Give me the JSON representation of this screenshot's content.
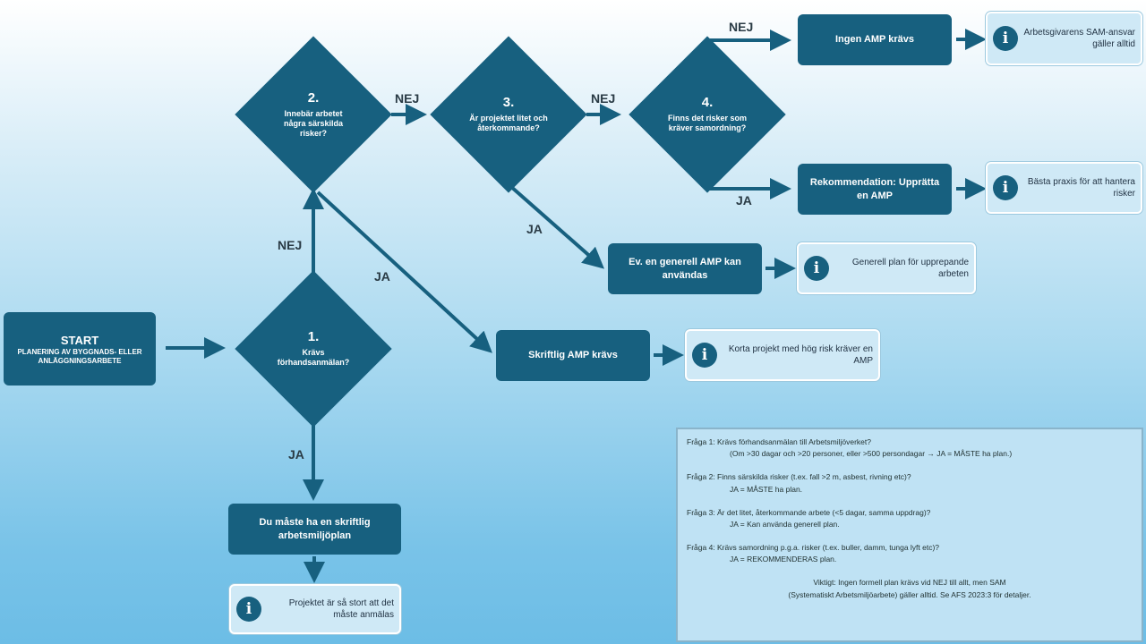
{
  "start": {
    "title": "START",
    "subtitle": "PLANERING AV BYGGNADS- ELLER ANLÄGGNINGSARBETE"
  },
  "questions": [
    {
      "num": "1.",
      "text": "Krävs förhandsanmälan?"
    },
    {
      "num": "2.",
      "text": "Innebär arbetet några särskilda risker?"
    },
    {
      "num": "3.",
      "text": "Är projektet litet och återkommande?"
    },
    {
      "num": "4.",
      "text": "Finns det risker som kräver samordning?"
    }
  ],
  "outcomes": {
    "must_plan": "Du måste ha en skriftlig arbetsmiljöplan",
    "written_amp": "Skriftlig AMP krävs",
    "general_amp": "Ev. en generell AMP kan användas",
    "recommendation": "Rekommendation: Upprätta en AMP",
    "no_amp": "Ingen AMP krävs"
  },
  "info": {
    "must_plan": "Projektet är så stort att det måste anmälas",
    "written_amp": "Korta projekt med hög risk kräver en AMP",
    "general_amp": "Generell plan för upprepande arbeten",
    "recommendation": "Bästa praxis för att hantera risker",
    "no_amp": "Arbetsgivarens SAM-ansvar gäller alltid",
    "icon": "info-icon"
  },
  "labels": {
    "yes": "JA",
    "no": "NEJ"
  },
  "notes": [
    {
      "q": "Fråga 1: Krävs förhandsanmälan till Arbetsmiljöverket?",
      "a": "(Om >30 dagar och >20 personer, eller >500 persondagar → JA = MÅSTE ha plan.)"
    },
    {
      "q": "Fråga 2: Finns särskilda risker (t.ex. fall >2 m, asbest, rivning etc)?",
      "a": "JA = MÅSTE ha plan."
    },
    {
      "q": "Fråga 3: Är det litet, återkommande arbete (<5 dagar, samma uppdrag)?",
      "a": "JA = Kan använda generell plan."
    },
    {
      "q": "Fråga 4: Krävs samordning p.g.a. risker (t.ex. buller, damm, tunga lyft etc)?",
      "a": "JA = REKOMMENDERAS plan."
    }
  ],
  "footer": {
    "line1": "Viktigt: Ingen formell plan krävs vid NEJ till allt, men SAM",
    "line2": "(Systematiskt Arbetsmiljöarbete) gäller alltid. Se AFS 2023:3 för detaljer."
  }
}
